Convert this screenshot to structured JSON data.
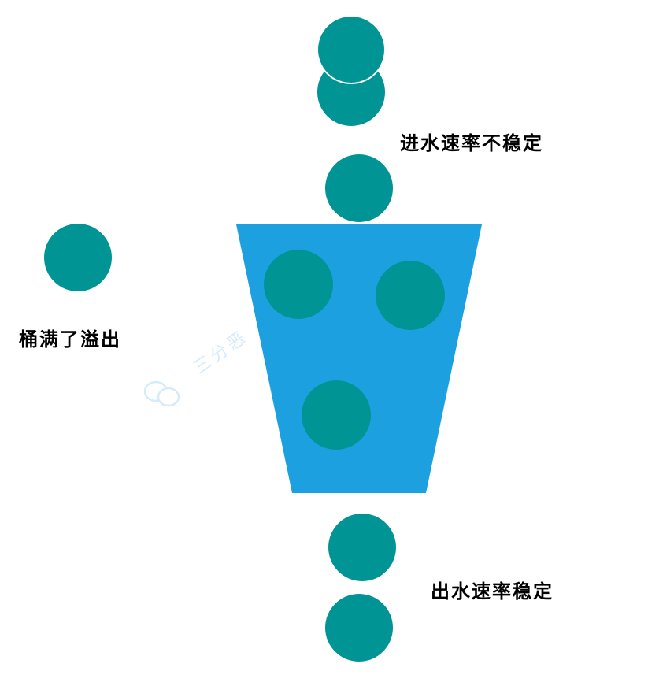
{
  "labels": {
    "inflow": "进水速率不稳定",
    "overflow": "桶满了溢出",
    "outflow": "出水速率稳定"
  },
  "watermark": "三分恶",
  "colors": {
    "bucket": "#1ca0e0",
    "drop": "#009494",
    "watermark": "#d6ebfa"
  }
}
